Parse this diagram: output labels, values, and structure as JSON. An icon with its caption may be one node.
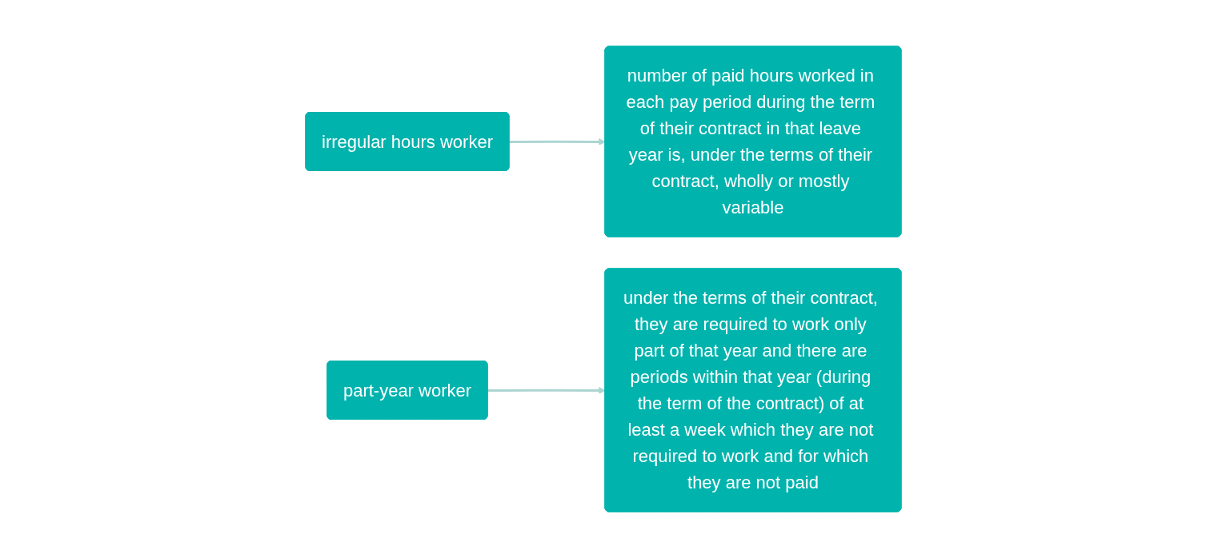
{
  "diagram": {
    "nodes": [
      {
        "text": [
          "irregular hours worker"
        ]
      },
      {
        "text": [
          "number of paid hours worked in each pay period during the term of their contract in that leave year is, under the terms of their contract, wholly or mostly variable"
        ]
      },
      {
        "text": [
          "part-year worker"
        ]
      },
      {
        "text": [
          "under the terms of their contract, they are required to work only part of that year and there are periods within that year (during the term of the contract) of at least a week which they are not required to work and for which they are not paid"
        ]
      }
    ],
    "edges": [
      {
        "from": 0,
        "to": 1,
        "arrow": "to"
      },
      {
        "from": 2,
        "to": 3,
        "arrow": "to"
      }
    ]
  }
}
